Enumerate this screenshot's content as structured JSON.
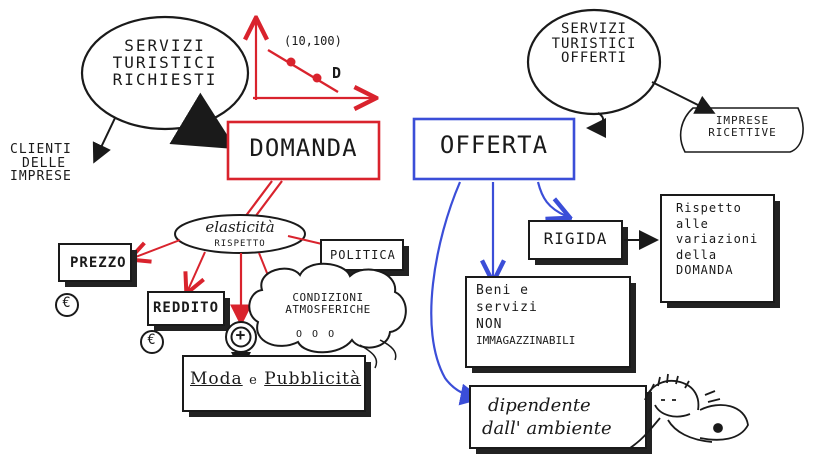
{
  "palette": {
    "ink": "#1a1a1a",
    "red": "#d9232d",
    "blue": "#3b4ed8",
    "shadow": "#222222"
  },
  "graph": {
    "point_label": "(10,100)",
    "curve_label": "D"
  },
  "demand_side": {
    "cloud_text": [
      "SERVIZI",
      "TURISTICI",
      "RICHIESTI"
    ],
    "clients_text": [
      "CLIENTI",
      "DELLE",
      "IMPRESE"
    ],
    "title": "DOMANDA",
    "elasticity_text": [
      "elasticità",
      "RISPETTO"
    ],
    "factors": {
      "price": "PREZZO",
      "income": "REDDITO",
      "politics": "POLITICA",
      "weather": [
        "CONDIZIONI",
        "ATMOSFERICHE"
      ],
      "fashion": [
        "Moda",
        "e",
        "Pubblicità"
      ],
      "currency_symbol": "€",
      "plus_symbol": "+",
      "dots": "o o o"
    }
  },
  "supply_side": {
    "cloud_text": [
      "SERVIZI",
      "TURISTICI",
      "OFFERTI"
    ],
    "businesses_text": [
      "IMPRESE",
      "RICETTIVE"
    ],
    "title": "OFFERTA",
    "rigid_label": "RIGIDA",
    "rigid_note": [
      "Rispetto",
      "alle",
      "variazioni",
      "della",
      "DOMANDA"
    ],
    "goods_text": [
      "Beni e",
      "servizi",
      "NON",
      "IMMAGAZZINABILI"
    ],
    "environment_text": [
      "dipendente",
      "dall' ambiente"
    ]
  }
}
